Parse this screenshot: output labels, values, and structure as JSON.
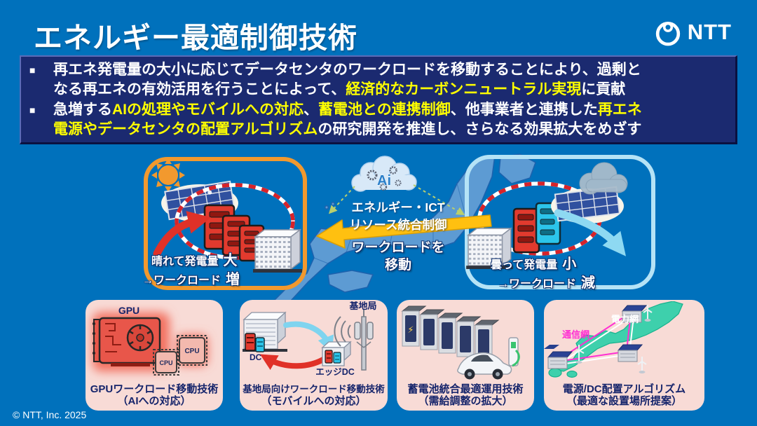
{
  "slide": {
    "title": "エネルギー最適制御技術",
    "brand": "NTT",
    "copyright": "© NTT, Inc.  2025"
  },
  "colors": {
    "background": "#0071bc",
    "summary_box": "#1b2a70",
    "highlight_yellow": "#ffff00",
    "sunny_border_orange": "#f2992e",
    "cloudy_border_lightblue": "#b5e3f6",
    "workload_arrow_yellow": "#ffc010",
    "card_background_pink": "#f8dbd6",
    "caption_navy": "#15246b",
    "server_red": "#e23a2e",
    "server_cyan": "#2cc5ea",
    "power_grid_white": "#ffffff",
    "comm_grid_magenta": "#ff2ed2"
  },
  "summary": {
    "bullet_char": "■",
    "b1_line1": "再エネ発電量の大小に応じてデータセンタのワークロードを移動することにより、過剰と",
    "b1_line2_pre": "なる再エネの有効活用を行うことによって、",
    "b1_line2_hl": "経済的なカーボンニュートラル実現",
    "b1_line2_post": "に貢献",
    "b2_line1_pre": "急増する",
    "b2_line1_hl1": "AIの処理やモバイルへの対応",
    "b2_line1_sep1": "、",
    "b2_line1_hl2": "蓄電池との連携制御",
    "b2_line1_sep2": "、他事業者と連携した",
    "b2_line1_hl3": "再エネ",
    "b2_line2_hl": "電源やデータセンタの配置アルゴリズム",
    "b2_line2_post": "の研究開発を推進し、さらなる効果拡大をめざす"
  },
  "control_center": {
    "ai_label": "Ai",
    "label_line1": "エネルギー・ICT",
    "label_line2": "リソース統合制御",
    "arrow_label_line1": "ワークロードを",
    "arrow_label_line2": "移動"
  },
  "scenario_sunny": {
    "caption1_text": "晴れて発電量",
    "caption1_em": "大",
    "caption2_text": "→ワークロード",
    "caption2_em": "増"
  },
  "scenario_cloudy": {
    "caption1_text": "曇って発電量",
    "caption1_em": "小",
    "caption2_text": "→ワークロード",
    "caption2_em": "減"
  },
  "cards": [
    {
      "caption1": "GPUワークロード移動技術",
      "caption2": "（AIへの対応）",
      "gpu_label": "GPU",
      "cpu_label": "CPU"
    },
    {
      "caption1": "基地局向けワークロード移動技術",
      "caption2": "（モバイルへの対応）",
      "dc_label": "DC",
      "edge_dc_label": "エッジDC",
      "base_station_label": "基地局"
    },
    {
      "caption1": "蓄電池統合最適運用技術",
      "caption2": "（需給調整の拡大）"
    },
    {
      "caption1": "電源/DC配置アルゴリズム",
      "caption2": "（最適な設置場所提案）",
      "power_grid_label": "電力網",
      "comm_grid_label": "通信網"
    }
  ]
}
